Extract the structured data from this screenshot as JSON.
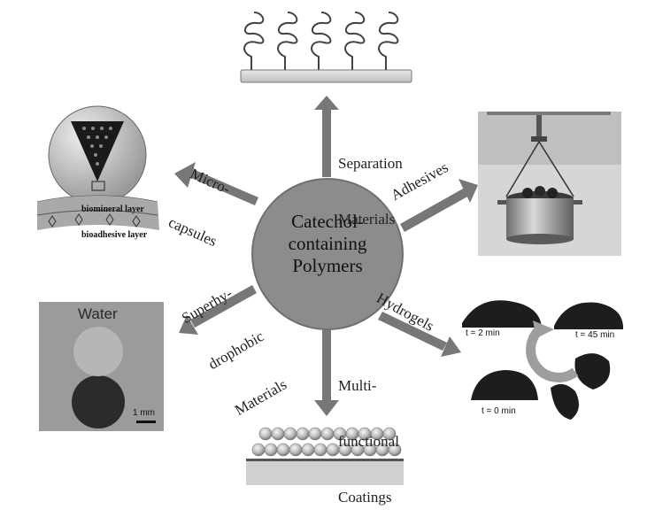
{
  "center": {
    "lines": [
      "Catechol-",
      "containing",
      "Polymers"
    ]
  },
  "branches": {
    "separation": {
      "lines": [
        "Separation",
        "Materials"
      ]
    },
    "adhesives": {
      "label": "Adhesives"
    },
    "hydrogels": {
      "label": "Hydrogels",
      "times": {
        "t2": "t = 2 min",
        "t45": "t = 45 min",
        "t0": "t = 0 min"
      }
    },
    "coatings": {
      "lines": [
        "Multi-",
        "functional",
        "Coatings"
      ]
    },
    "superhydrophobic": {
      "lines": [
        "Superhy-",
        "drophobic",
        "Materials"
      ],
      "photo_title": "Water",
      "scale": "1 mm"
    },
    "microcapsules": {
      "lines": [
        "Micro-",
        "capsules"
      ],
      "layer_top": "biomineral layer",
      "layer_bottom": "bioadhesive layer"
    }
  },
  "colors": {
    "hub": "#8c8c8c",
    "arrow": "#777777",
    "text": "#222222"
  }
}
